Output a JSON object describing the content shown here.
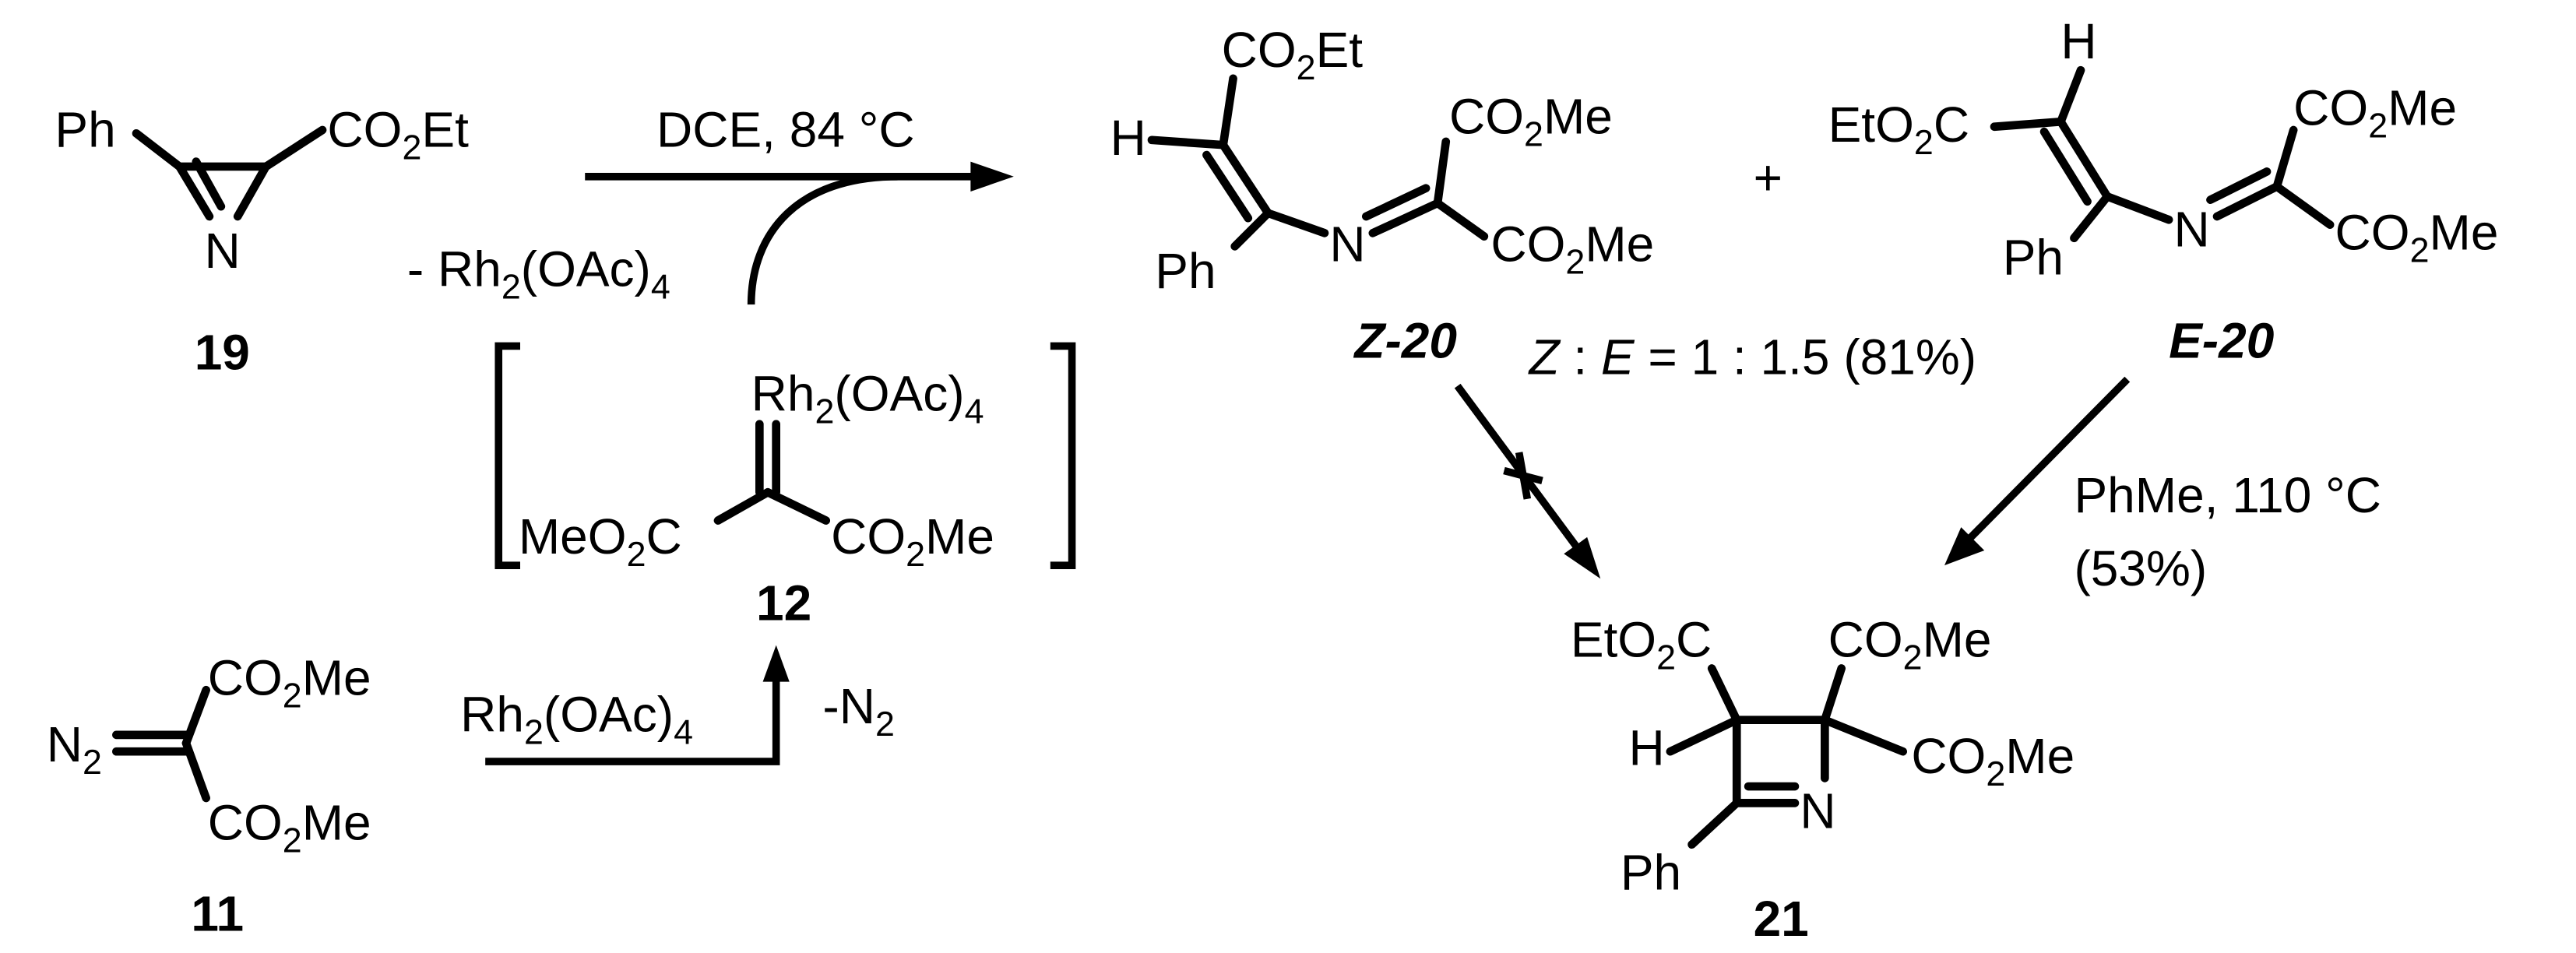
{
  "groups": {
    "ph": "Ph",
    "co2et": "CO2Et",
    "eto2c": "EtO2C",
    "co2me": "CO2Me",
    "meo2c": "MeO2C",
    "n": "N",
    "h": "H",
    "n2": "N2",
    "rh2oac4": "Rh2(OAc)4"
  },
  "compounds": {
    "c19": "19",
    "c11": "11",
    "c12": "12",
    "z20": "Z-20",
    "e20": "E-20",
    "c21": "21"
  },
  "conditions": {
    "dce": "DCE, 84 °C",
    "minus_rh": "- Rh2(OAc)4",
    "rh_catalyst": "Rh2(OAc)4",
    "minus_n2": "-N2",
    "plus": "+",
    "ratio": "Z : E = 1 : 1.5 (81%)",
    "phme": "PhMe, 110 °C",
    "yield53": "(53%)"
  }
}
